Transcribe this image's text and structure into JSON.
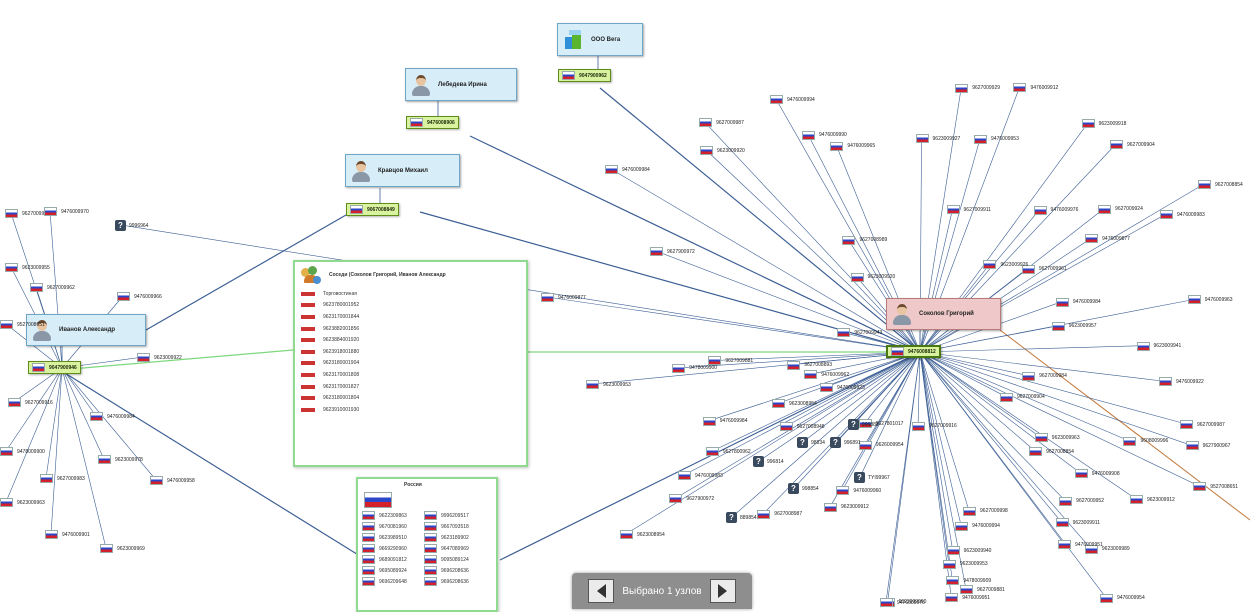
{
  "nodes": {
    "ivanov": {
      "name": "Иванов Александр",
      "phone": "9047900946"
    },
    "sokolov": {
      "name": "Соколов Григорий",
      "phone": "9476008812"
    },
    "kraynov": {
      "name": "Кравцов Михаил",
      "phone": "9067008849"
    },
    "lebedeva": {
      "name": "Лебедева Ирина",
      "phone": "9476008906"
    },
    "org": {
      "name": "ООО Вега",
      "phone": "9047900962"
    }
  },
  "group_panel": {
    "title": "Соседи (Соколов Григорий, Иванов Александр",
    "rows": [
      "Торговостиная",
      "9623780001952",
      "9623170001844",
      "9623882001856",
      "9623884001920",
      "9623918001880",
      "9623180001904",
      "9623170001808",
      "9623170001827",
      "9623180001804",
      "9623910001930"
    ]
  },
  "country_panel": {
    "title": "Россия",
    "rows": [
      [
        "9622309863",
        "9996209517"
      ],
      [
        "9670081960",
        "9667093518"
      ],
      [
        "9623989510",
        "9623189902"
      ],
      [
        "9669290960",
        "9647089969"
      ],
      [
        "9689091812",
        "9095089124"
      ],
      [
        "9695089924",
        "9696208636"
      ],
      [
        "9696209648",
        "9696208636"
      ]
    ]
  },
  "unknown_nodes": [
    "996883",
    "98834",
    "996814",
    "998854",
    "889854",
    "TYI99967",
    "9996964",
    "996891"
  ],
  "phones": [
    "9478009900",
    "9623009963",
    "9476009984",
    "9527008651",
    "9627008948",
    "9476009953",
    "9608009996",
    "9478009909",
    "9623009911",
    "9627008893",
    "9627900967",
    "9476009908",
    "9623009957",
    "9627800962",
    "9627008989",
    "9476009954",
    "9623009940",
    "9626009954",
    "9627009911",
    "9627801017",
    "9476009984",
    "9476009877",
    "9623009953",
    "9627900972",
    "9623009920",
    "9476009994",
    "9627009904",
    "9476009983",
    "9627009987",
    "9623009912",
    "9627009881",
    "9476009976",
    "9623008954",
    "9476009951",
    "9627008854",
    "9627009929",
    "9476009963",
    "9623009927",
    "9627009943",
    "9476009960",
    "9627009998",
    "9476009990",
    "9623009960",
    "9627008987",
    "9476009923",
    "9623009941",
    "9627009924",
    "9476009962",
    "9476009912",
    "9627009916",
    "9623009989",
    "9476009965",
    "9627009961",
    "9623009926",
    "9627009984",
    "9476009922",
    "9623009918",
    "9627009952",
    "9476009919",
    "9623009901",
    "9627009912",
    "9476009970",
    "9623009955",
    "9627009962",
    "9476009966",
    "9623009922",
    "9627009916",
    "9476009958",
    "9623009978",
    "9627009983",
    "9476009901",
    "9623009969"
  ],
  "nav": {
    "status": "Выбрано 1 узлов"
  },
  "colors": {
    "edge": "#3d5f95",
    "edge_green": "#7dd87d",
    "edge_brown": "#c0773a",
    "focus": "#efc9c9",
    "phone": "#d8f2a0",
    "person": "#d7eef9"
  }
}
